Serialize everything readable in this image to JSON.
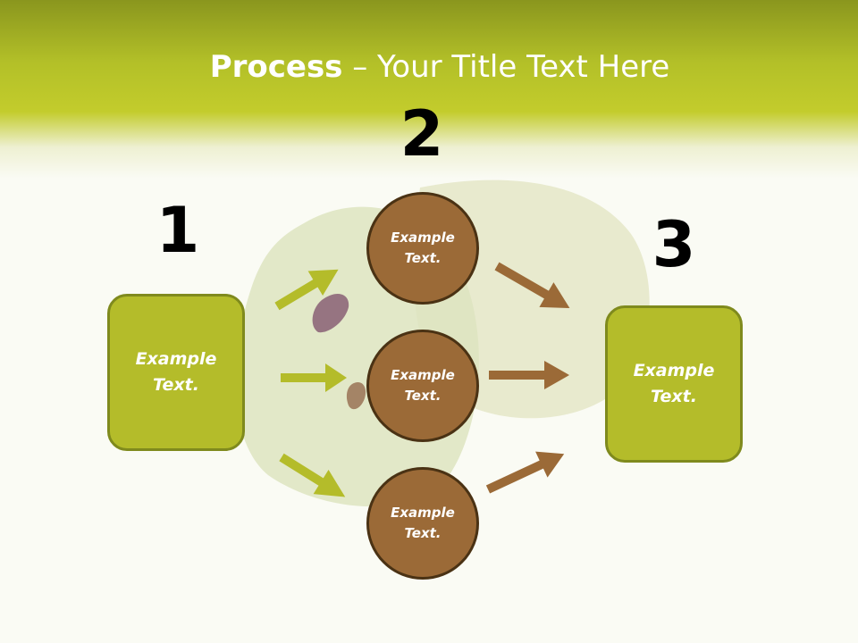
{
  "title": {
    "bold": "Process",
    "rest": " – Your Title Text Here"
  },
  "steps": [
    {
      "number": "1",
      "label": "Example Text."
    },
    {
      "number": "2",
      "items": [
        "Example Text.",
        "Example Text.",
        "Example Text."
      ]
    },
    {
      "number": "3",
      "label": "Example Text."
    }
  ],
  "colors": {
    "header": "#b3c028",
    "box_fill": "#b4bc2a",
    "circle_fill": "#9b6a37",
    "arrow_green": "#b4bc2a",
    "arrow_brown": "#9b6a37"
  }
}
